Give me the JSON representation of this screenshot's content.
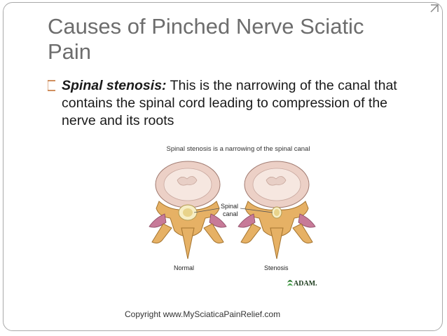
{
  "slide": {
    "title": "Causes of Pinched Nerve Sciatic Pain",
    "bullet": {
      "term": "Spinal stenosis:",
      "text": " This is the narrowing of the canal that contains the spinal cord leading to compression of the nerve and its roots"
    },
    "figure": {
      "caption": "Spinal stenosis is a narrowing of the spinal canal",
      "label_spinal": "Spinal",
      "label_canal": "canal",
      "label_normal": "Normal",
      "label_stenosis": "Stenosis",
      "logo": "ADAM."
    },
    "copyright": "Copyright www.MySciaticaPainRelief.com"
  },
  "colors": {
    "border": "#a9a9a9",
    "title": "#6d6d6d",
    "bone": "#e9b76a",
    "disc": "#f1d9d3",
    "nerve": "#e6d18f"
  }
}
